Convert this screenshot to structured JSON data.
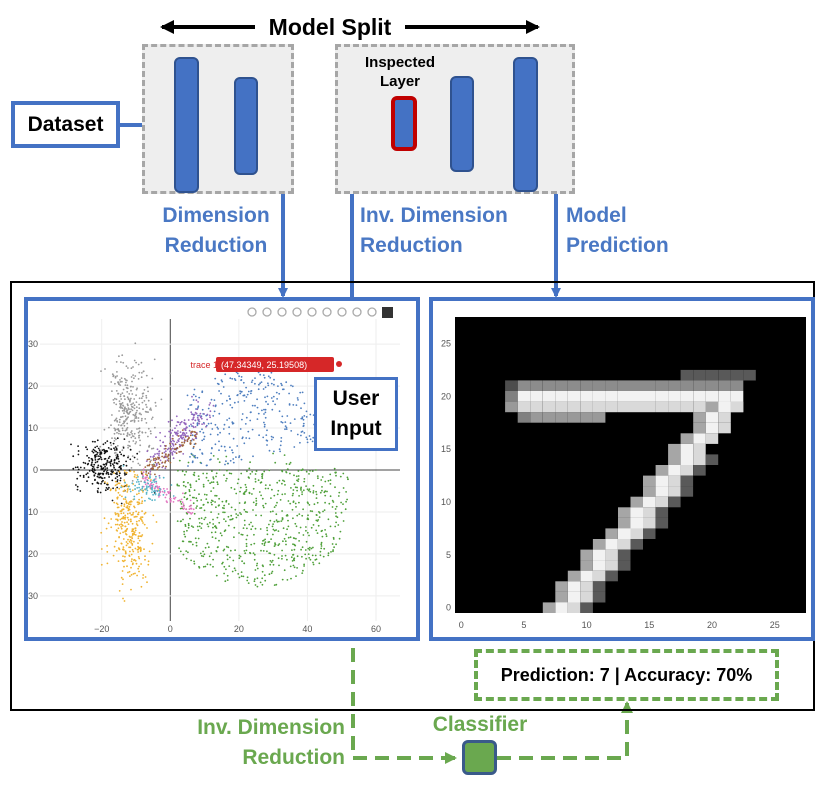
{
  "header": {
    "title": "Model Split"
  },
  "nodes": {
    "dataset": "Dataset",
    "inspected_layer": "Inspected Layer",
    "user_input": "User Input",
    "classifier": "Classifier"
  },
  "labels": {
    "dim_reduction": "Dimension Reduction",
    "inv_dim_reduction_top": "Inv. Dimension Reduction",
    "model_prediction": "Model Prediction",
    "inv_dim_reduction_bottom": "Inv. Dimension Reduction"
  },
  "scatter": {
    "tooltip_trace": "trace 1",
    "tooltip_value": "(47.34349, 25.19508)",
    "x_ticks": [
      "−20",
      "0",
      "20",
      "40",
      "60"
    ],
    "y_ticks": [
      "30",
      "20",
      "10",
      "0",
      "10",
      "20",
      "30"
    ],
    "toolbar_icons": [
      "camera-icon",
      "zoom-icon",
      "pan-icon",
      "box-select-icon",
      "lasso-icon",
      "zoom-in-icon",
      "zoom-out-icon",
      "autoscale-icon",
      "home-icon",
      "plotly-logo-icon"
    ],
    "clusters": [
      {
        "name": "black",
        "color": "#111111"
      },
      {
        "name": "gray",
        "color": "#9a9a9a"
      },
      {
        "name": "blue",
        "color": "#4f7fbf"
      },
      {
        "name": "green",
        "color": "#4fa03a"
      },
      {
        "name": "orange",
        "color": "#f0b331"
      },
      {
        "name": "purple",
        "color": "#9467bd"
      },
      {
        "name": "pink",
        "color": "#e377c2"
      },
      {
        "name": "cyan",
        "color": "#56b4c9"
      },
      {
        "name": "brown",
        "color": "#a0653a"
      }
    ]
  },
  "image_plot": {
    "x_ticks": [
      "0",
      "5",
      "10",
      "15",
      "20",
      "25"
    ],
    "y_ticks": [
      "25",
      "20",
      "15",
      "10",
      "5",
      "0"
    ]
  },
  "result": {
    "text": "Prediction: 7 | Accuracy: 70%"
  },
  "colors": {
    "blue": "#4472c4",
    "green": "#6aa84f",
    "red": "#c00000"
  }
}
